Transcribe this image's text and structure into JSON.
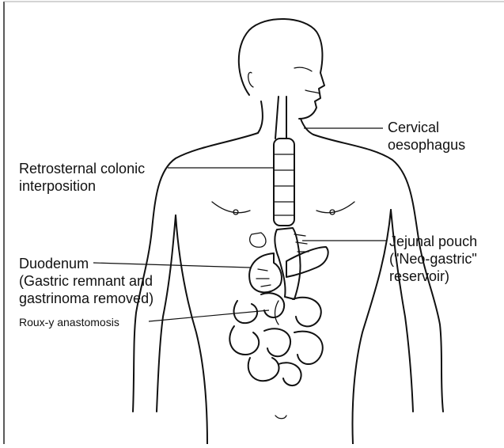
{
  "labels": {
    "cervical_oesophagus": [
      "Cervical",
      "oesophagus"
    ],
    "retrosternal": [
      "Retrosternal colonic",
      "interposition"
    ],
    "jejunal_pouch": [
      "Jejunal pouch",
      "(\"Neo-gastric\"",
      "reservoir)"
    ],
    "duodenum": [
      "Duodenum",
      "(Gastric remnant and",
      "gastrinoma removed)"
    ],
    "roux": [
      "Roux-y anastomosis"
    ]
  },
  "colors": {
    "ink": "#111111",
    "background": "#ffffff"
  }
}
